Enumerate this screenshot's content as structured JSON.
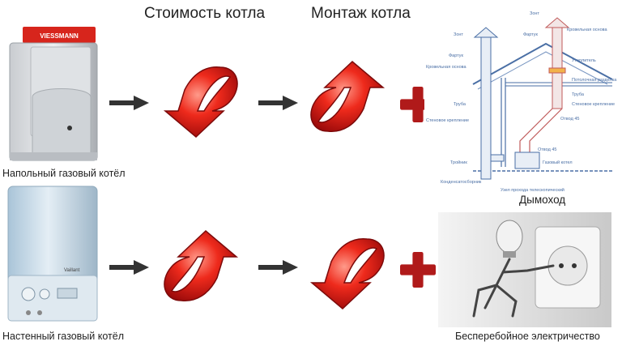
{
  "headers": {
    "cost": "Стоимость котла",
    "installation": "Монтаж котла"
  },
  "captions": {
    "floor_boiler": "Напольный газовый котёл",
    "wall_boiler": "Настенный газовый котёл",
    "chimney": "Дымоход",
    "electricity": "Бесперебойное электричество"
  },
  "brands": {
    "floor": "VIESSMANN",
    "wall": "Vaillant"
  },
  "chimney_diagram": {
    "left": [
      "Зонт",
      "Фартук",
      "Кровельная основа",
      "Труба",
      "Стеновое крепление",
      "Тройник",
      "Конденсатосборник"
    ],
    "top": [
      "Зонт",
      "Фартук",
      "Кровельная основа"
    ],
    "right": [
      "Утеплитель",
      "Потолочная разделка",
      "Труба",
      "Стеновое крепление",
      "Отвод 45",
      "Отвод 45",
      "Газовый котел"
    ],
    "bottom": "Узел прохода телескопический"
  },
  "icons": [
    "arrow-right-icon",
    "curved-arrow-down-icon",
    "curved-arrow-up-icon",
    "plus-icon"
  ],
  "colors": {
    "arrow_red": "#e02020",
    "plus_red": "#b01a1a",
    "arrow_dark": "#333333",
    "diagram_blue": "#4a6fa5"
  }
}
